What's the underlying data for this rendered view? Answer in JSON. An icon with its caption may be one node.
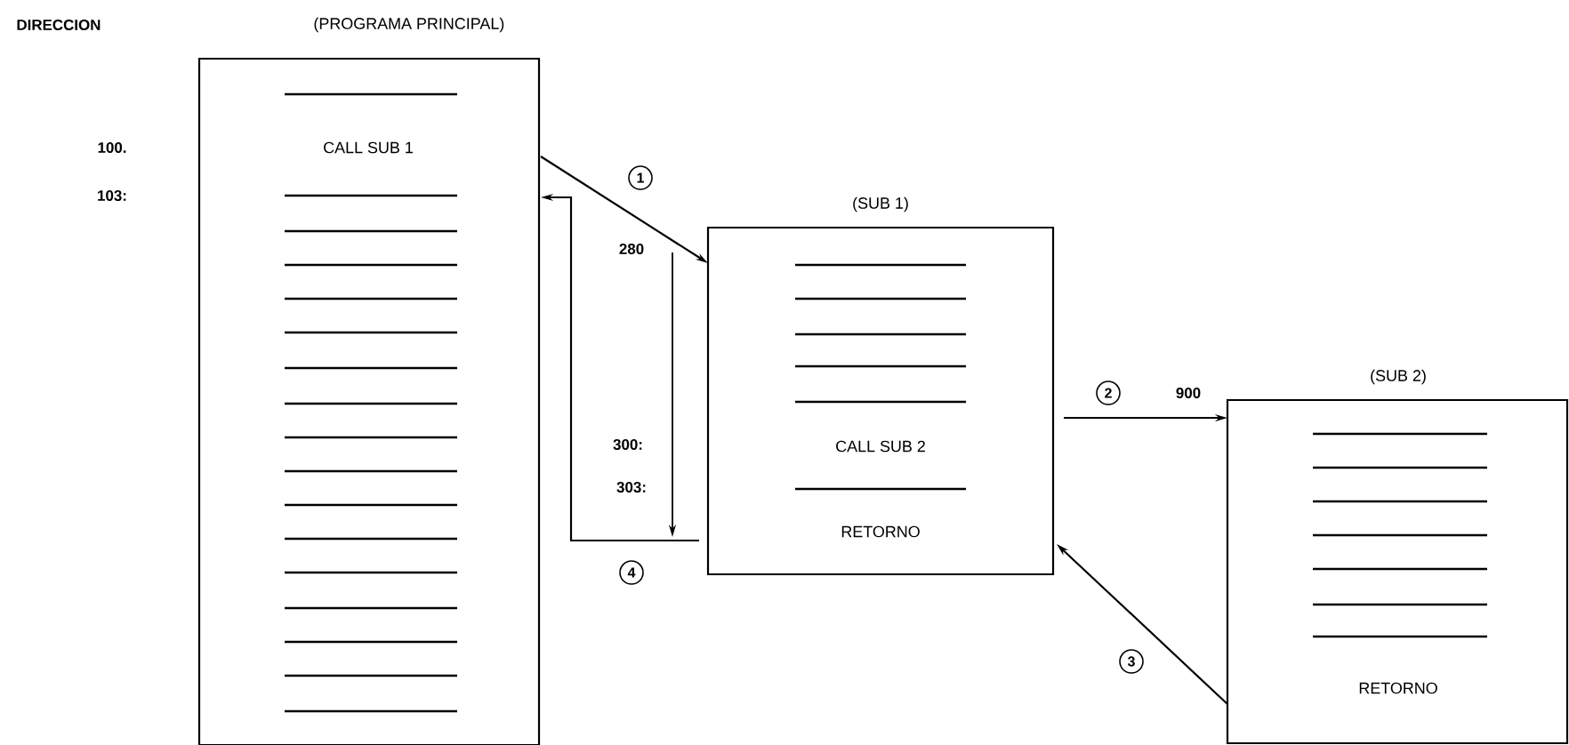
{
  "diagram": {
    "nodes": [
      {
        "text": [
          "(PROGRAMA PRINCIPAL)",
          "CALL SUB 1"
        ]
      },
      {
        "text": [
          "(SUB 1)",
          "CALL SUB 2",
          "RETORNO"
        ]
      },
      {
        "text": [
          "(SUB 2)",
          "RETORNO"
        ]
      }
    ],
    "edges": [
      {
        "from": 0,
        "to": 1,
        "arrow": "to",
        "label": "1"
      },
      {
        "from": 1,
        "to": 2,
        "arrow": "to",
        "label": "2"
      },
      {
        "from": 2,
        "to": 1,
        "arrow": "to",
        "label": "3"
      },
      {
        "from": 1,
        "to": 0,
        "arrow": "to",
        "label": "4"
      }
    ],
    "labels": [
      "DIRECCION",
      "100.",
      "103:",
      "280",
      "300:",
      "303:",
      "900"
    ]
  }
}
